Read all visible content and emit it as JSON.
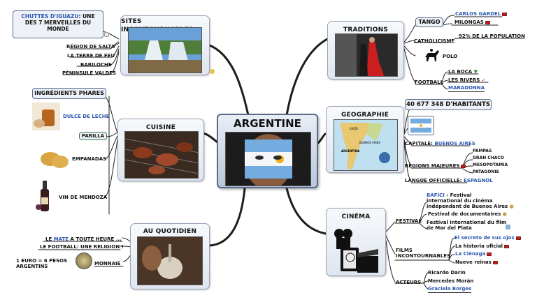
{
  "central": {
    "title": "ARGENTINE"
  },
  "sites": {
    "title": "SITES INCONTOURNABLES",
    "callout": "CHUTTES D'IGUAZU",
    "callout_rest": ": UNE DES 7 MERVEILLES DU MONDE",
    "items": [
      "RÉGION DE SALTA",
      "LA TERRE DE FEU",
      "BARILOCHE",
      "PÉNINSULE VALDES"
    ]
  },
  "cuisine": {
    "title": "CUISINE",
    "ingredients_title": "INGRÉDIENTS PHARES",
    "dulce": "DULCE DE LECHE",
    "parilla": "PARILLA",
    "empanadas": "EMPANADAS",
    "vin": "VIN DE MENDOZA"
  },
  "quotidien": {
    "title": "AU QUOTIDIEN",
    "mate_pre": "LE",
    "mate_word": "MATE",
    "mate_post": "A TOUTE HEURE ...",
    "football": "LE FOOTBALL: UNE RELIGION !",
    "euro_line1": "1 EURO = 6 PESOS",
    "euro_line2": "ARGENTINS",
    "monnaie": "MONNAIE"
  },
  "traditions": {
    "title": "TRADITIONS",
    "tango": "TANGO",
    "carlos": "CARLOS GARDEL",
    "milongas": "MILONGAS",
    "catholicisme": "CATHOLICISME",
    "pct": "92% DE LA POPULATION",
    "polo": "POLO",
    "football": "FOOTBALL",
    "laboca": "LA BOCA",
    "riverss": "LES RIVERS",
    "maradonna": "MARADONNA"
  },
  "geo": {
    "title": "GEOGRAPHIE",
    "population": "40 677 348 D'HABITANTS",
    "capitale_label": "CAPITALE:",
    "capitale": "BUENOS AIRES",
    "regions": "RÉGIONS MAJEURES",
    "region_items": [
      "PAMPAS",
      "GRAN CHACO",
      "MESOPOTAMIA",
      "PATAGONIE"
    ],
    "langue_label": "LANGUE OFFICIELLE:",
    "langue": "ESPAGNOL",
    "map_labels": [
      "SALTA",
      "BUENOS AIRES",
      "ARGENTINA"
    ]
  },
  "cinema": {
    "title": "CINÉMA",
    "festival": "FESTIVAL",
    "bafici": "BAFICI",
    "bafici_rest": "- Festival international du cinéma indépendant de Buenos Aires",
    "bafici_l1": "- Festival",
    "bafici_l2": "international du cinéma",
    "bafici_l3": "indépendant de Buenos Aires",
    "docs": "Festival de documentaires",
    "mdp_l1": "Festival international du film",
    "mdp_l2": "de Mar del Plata",
    "films_l1": "FILMS",
    "films_l2": "INCONTOURNABLES",
    "films": [
      "El secreto de sus ojos",
      "La historia oficial",
      "La Ciénaga",
      "Nueve reinas"
    ],
    "acteurs": "ACTEURS",
    "actors": [
      "Ricardo Darín",
      "Mercedes Morán",
      "Graciela Borges"
    ]
  },
  "colors": {
    "link": "#1e1e1e",
    "blue_text": "#2a57b0",
    "topic_border": "#9aa5b5",
    "flag_blue": "#74acdf"
  }
}
